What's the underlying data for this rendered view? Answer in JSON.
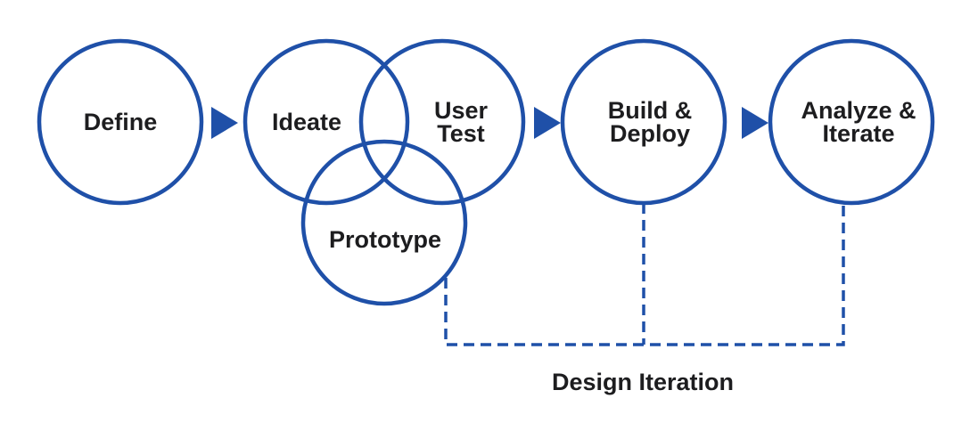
{
  "colors": {
    "stroke": "#1f50a8",
    "arrow": "#1f50a8",
    "text": "#1d1d1f",
    "background": "#ffffff"
  },
  "nodes": {
    "define": {
      "label": "Define"
    },
    "ideate": {
      "label": "Ideate"
    },
    "user_test": {
      "line1": "User",
      "line2": "Test"
    },
    "prototype": {
      "label": "Prototype"
    },
    "build_deploy": {
      "line1": "Build &",
      "line2": "Deploy"
    },
    "analyze_iterate": {
      "line1": "Analyze &",
      "line2": "Iterate"
    }
  },
  "caption": {
    "label": "Design Iteration"
  }
}
